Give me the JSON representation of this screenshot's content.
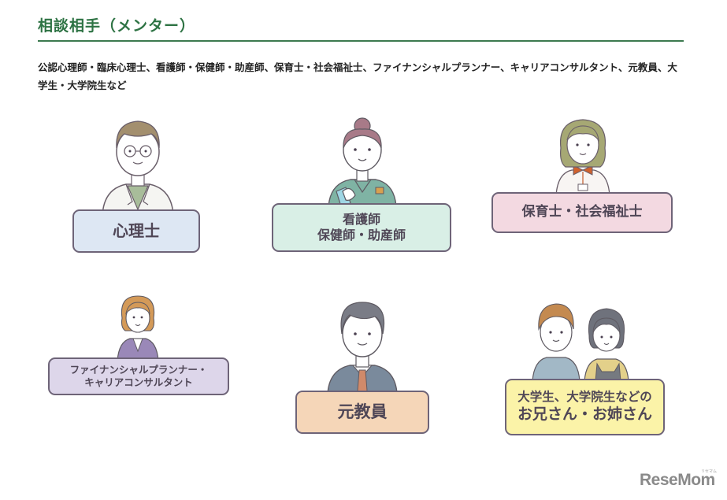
{
  "header": {
    "title": "相談相手（メンター）",
    "title_color": "#2e7344"
  },
  "description": "公認心理師・臨床心理士、看護師・保健師・助産師、保育士・社会福祉士、ファイナンシャルプランナー、キャリアコンサルタント、元教員、大学生・大学院生など",
  "mentors": [
    {
      "id": "psychologist",
      "lines": [
        "心理士"
      ],
      "box_color": "#dde7f3",
      "figure": "man-glasses-labcoat"
    },
    {
      "id": "nurse",
      "lines": [
        "看護師",
        "保健師・助産師"
      ],
      "box_color": "#d9efe6",
      "figure": "woman-bun-scrubs"
    },
    {
      "id": "childcare",
      "lines": [
        "保育士・社会福祉士"
      ],
      "box_color": "#f3d9e1",
      "figure": "woman-bow-badge"
    },
    {
      "id": "financial",
      "lines": [
        "ファイナンシャルプランナー・",
        "キャリアコンサルタント"
      ],
      "box_color": "#ddd6ea",
      "figure": "woman-purple-jacket"
    },
    {
      "id": "former-teacher",
      "lines": [
        "元教員"
      ],
      "box_color": "#f5d6b8",
      "figure": "man-suit-tie"
    },
    {
      "id": "students",
      "lines": [
        "大学生、大学院生などの",
        "お兄さん・お姉さん"
      ],
      "box_color": "#fbf3a8",
      "figure": "young-man-and-woman"
    }
  ],
  "watermark": {
    "text": "ReseMom",
    "ruby": "リセマム"
  }
}
